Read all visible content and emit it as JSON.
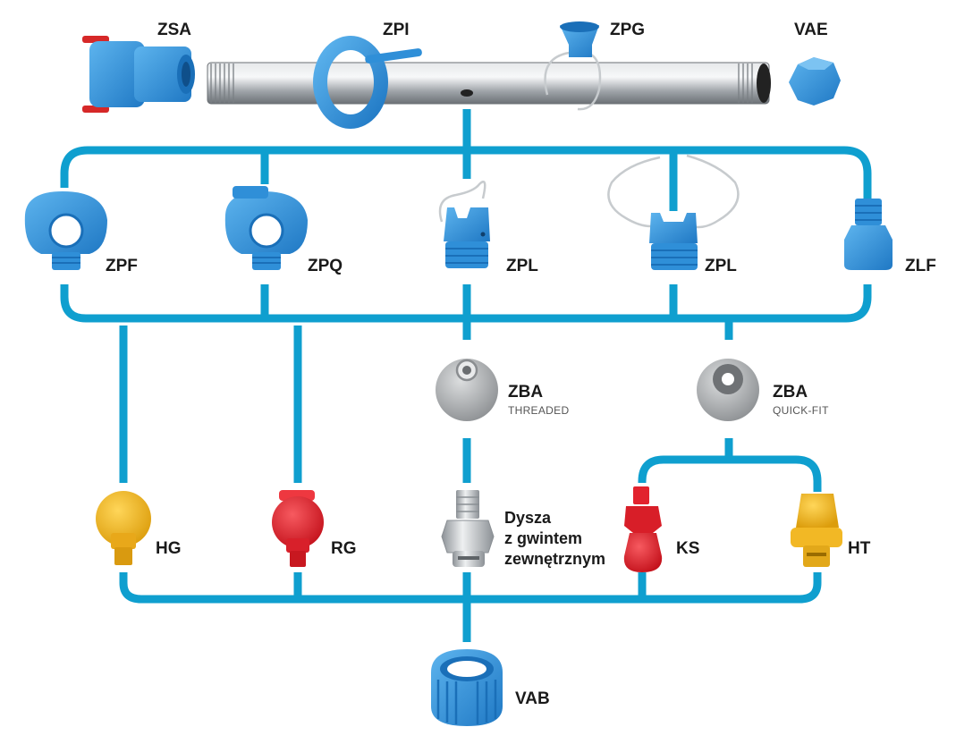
{
  "colors": {
    "connector": "#0f9fcf",
    "blue_part": "#2f8fd8",
    "blue_dark": "#1a6fb8",
    "yellow_part": "#f2b825",
    "red_part": "#e2232e",
    "steel": "#b9bec3",
    "grey_ball": "#a8aaac"
  },
  "labels": {
    "zsa": "ZSA",
    "zpi": "ZPI",
    "zpg": "ZPG",
    "vae": "VAE",
    "zpf": "ZPF",
    "zpq": "ZPQ",
    "zpl_1": "ZPL",
    "zpl_2": "ZPL",
    "zlf": "ZLF",
    "zba_threaded": "ZBA",
    "zba_threaded_sub": "THREADED",
    "zba_quickfit": "ZBA",
    "zba_quickfit_sub": "QUICK-FIT",
    "hg": "HG",
    "rg": "RG",
    "dysza_line1": "Dysza",
    "dysza_line2": "z gwintem",
    "dysza_line3": "zewnętrznym",
    "ks": "KS",
    "ht": "HT",
    "vab": "VAB"
  },
  "icons": [
    "coupling-zsa-icon",
    "pipe-icon",
    "clamp-zpi-icon",
    "clip-zpg-icon",
    "end-cap-vae-icon",
    "nozzle-body-zpf-icon",
    "nozzle-body-zpq-icon",
    "nozzle-body-zpl-icon",
    "nozzle-body-zpl-wide-icon",
    "adapter-zlf-icon",
    "ball-threaded-icon",
    "ball-quickfit-icon",
    "nozzle-hg-icon",
    "nozzle-rg-icon",
    "threaded-nozzle-icon",
    "nozzle-ks-icon",
    "nozzle-ht-icon",
    "cap-vab-icon"
  ]
}
